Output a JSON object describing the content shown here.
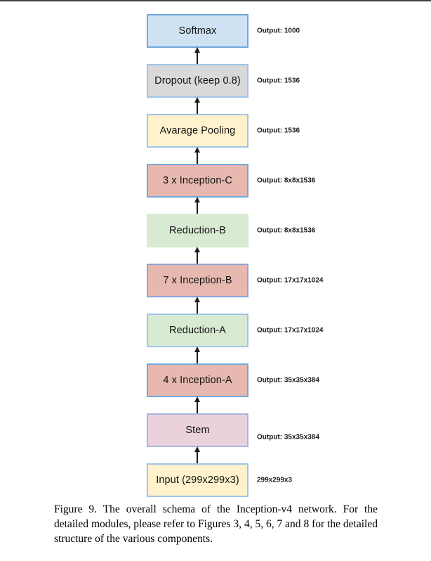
{
  "figure": {
    "caption": "Figure 9. The overall schema of the Inception-v4 network. For the detailed modules, please refer to Figures 3, 4, 5, 6, 7 and 8 for the detailed structure of the various components."
  },
  "diagram": {
    "arrow_color": "#1a1a1a",
    "nodes": [
      {
        "label": "Softmax",
        "output": "Output: 1000",
        "fill": "#cfe2f3",
        "border": "#6fa8dc"
      },
      {
        "label": "Dropout (keep 0.8)",
        "output": "Output: 1536",
        "fill": "#d9d9d9",
        "border": "#9fc5e8"
      },
      {
        "label": "Avarage Pooling",
        "output": "Output: 1536",
        "fill": "#fff2cc",
        "border": "#9fc5e8"
      },
      {
        "label": "3 x Inception-C",
        "output": "Output: 8x8x1536",
        "fill": "#e6b8af",
        "border": "#6fa8dc"
      },
      {
        "label": "Reduction-B",
        "output": "Output: 8x8x1536",
        "fill": "#d9ead3",
        "border": "none"
      },
      {
        "label": "7 x Inception-B",
        "output": "Output: 17x17x1024",
        "fill": "#e6b8af",
        "border": "#8da4d8"
      },
      {
        "label": "Reduction-A",
        "output": "Output: 17x17x1024",
        "fill": "#d9ead3",
        "border": "#9fc5e8"
      },
      {
        "label": "4 x Inception-A",
        "output": "Output: 35x35x384",
        "fill": "#e6b8af",
        "border": "#6fa8dc"
      },
      {
        "label": "Stem",
        "output": "Output: 35x35x384",
        "fill": "#ead1dc",
        "border": "#a8b4e0",
        "label_dy": 10
      },
      {
        "label": "Input (299x299x3)",
        "output": "299x299x3",
        "fill": "#fff2cc",
        "border": "#9fc5e8"
      }
    ]
  }
}
